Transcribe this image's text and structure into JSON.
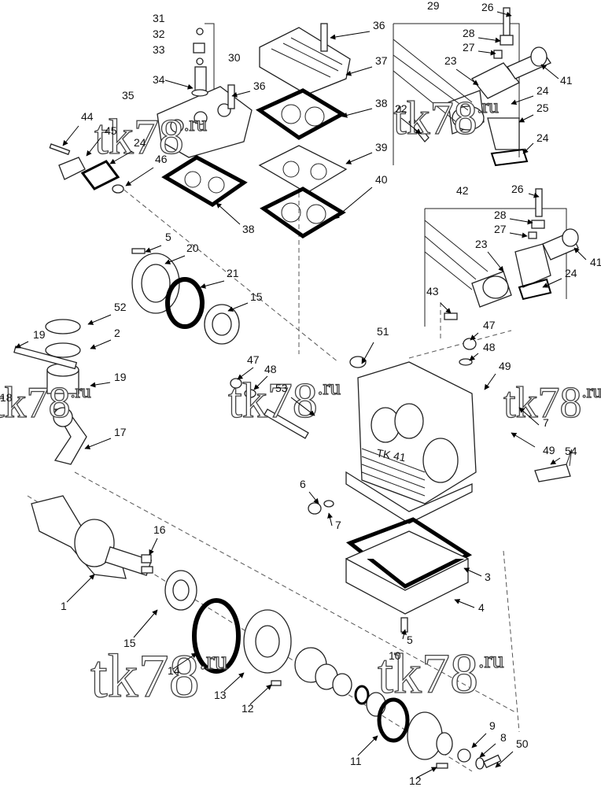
{
  "diagram": {
    "callouts": [
      {
        "id": "c31",
        "text": "31"
      },
      {
        "id": "c32",
        "text": "32"
      },
      {
        "id": "c33",
        "text": "33"
      },
      {
        "id": "c30",
        "text": "30"
      },
      {
        "id": "c34",
        "text": "34"
      },
      {
        "id": "c35",
        "text": "35"
      },
      {
        "id": "c36a",
        "text": "36"
      },
      {
        "id": "c36b",
        "text": "36"
      },
      {
        "id": "c37",
        "text": "37"
      },
      {
        "id": "c38a",
        "text": "38"
      },
      {
        "id": "c38b",
        "text": "38"
      },
      {
        "id": "c39",
        "text": "39"
      },
      {
        "id": "c40",
        "text": "40"
      },
      {
        "id": "c44",
        "text": "44"
      },
      {
        "id": "c45",
        "text": "45"
      },
      {
        "id": "c24a",
        "text": "24"
      },
      {
        "id": "c46",
        "text": "46"
      },
      {
        "id": "c29",
        "text": "29"
      },
      {
        "id": "c26a",
        "text": "26"
      },
      {
        "id": "c28a",
        "text": "28"
      },
      {
        "id": "c27a",
        "text": "27"
      },
      {
        "id": "c23a",
        "text": "23"
      },
      {
        "id": "c41a",
        "text": "41"
      },
      {
        "id": "c24b",
        "text": "24"
      },
      {
        "id": "c22",
        "text": "22"
      },
      {
        "id": "c25",
        "text": "25"
      },
      {
        "id": "c24c",
        "text": "24"
      },
      {
        "id": "c42",
        "text": "42"
      },
      {
        "id": "c26b",
        "text": "26"
      },
      {
        "id": "c28b",
        "text": "28"
      },
      {
        "id": "c27b",
        "text": "27"
      },
      {
        "id": "c23b",
        "text": "23"
      },
      {
        "id": "c41b",
        "text": "41"
      },
      {
        "id": "c24d",
        "text": "24"
      },
      {
        "id": "c43",
        "text": "43"
      },
      {
        "id": "c5a",
        "text": "5"
      },
      {
        "id": "c20",
        "text": "20"
      },
      {
        "id": "c21",
        "text": "21"
      },
      {
        "id": "c15a",
        "text": "15"
      },
      {
        "id": "c52",
        "text": "52"
      },
      {
        "id": "c19a",
        "text": "19"
      },
      {
        "id": "c2",
        "text": "2"
      },
      {
        "id": "c19b",
        "text": "19"
      },
      {
        "id": "c18",
        "text": "18"
      },
      {
        "id": "c17",
        "text": "17"
      },
      {
        "id": "c51",
        "text": "51"
      },
      {
        "id": "c47a",
        "text": "47"
      },
      {
        "id": "c48a",
        "text": "48"
      },
      {
        "id": "c47b",
        "text": "47"
      },
      {
        "id": "c48b",
        "text": "48"
      },
      {
        "id": "c53",
        "text": "53"
      },
      {
        "id": "c49a",
        "text": "49"
      },
      {
        "id": "c7a",
        "text": "7"
      },
      {
        "id": "c49b",
        "text": "49"
      },
      {
        "id": "c54",
        "text": "54"
      },
      {
        "id": "c6",
        "text": "6"
      },
      {
        "id": "c7b",
        "text": "7"
      },
      {
        "id": "c16",
        "text": "16"
      },
      {
        "id": "c1",
        "text": "1"
      },
      {
        "id": "c3",
        "text": "3"
      },
      {
        "id": "c4",
        "text": "4"
      },
      {
        "id": "c5b",
        "text": "5"
      },
      {
        "id": "c15b",
        "text": "15"
      },
      {
        "id": "c14",
        "text": "14"
      },
      {
        "id": "c13",
        "text": "13"
      },
      {
        "id": "c12a",
        "text": "12"
      },
      {
        "id": "c10",
        "text": "10"
      },
      {
        "id": "c11",
        "text": "11"
      },
      {
        "id": "c9",
        "text": "9"
      },
      {
        "id": "c8",
        "text": "8"
      },
      {
        "id": "c50",
        "text": "50"
      },
      {
        "id": "c12b",
        "text": "12"
      }
    ],
    "cylinder_block_text": "TK 41",
    "watermark": "tk78.ru"
  }
}
